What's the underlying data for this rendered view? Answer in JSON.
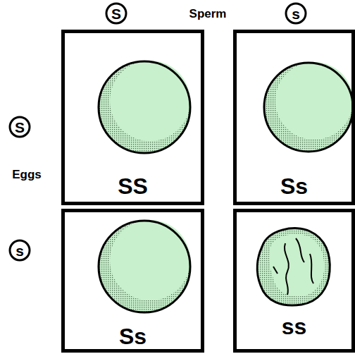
{
  "diagram": {
    "nodes": [
      {
        "text": [
          "S"
        ]
      },
      {
        "text": [
          "s"
        ]
      },
      {
        "text": [
          "S"
        ]
      },
      {
        "text": [
          "SS"
        ]
      },
      {
        "text": [
          "Ss"
        ]
      },
      {
        "text": [
          "s"
        ]
      },
      {
        "text": [
          "Ss"
        ]
      },
      {
        "text": [
          "ss"
        ]
      }
    ],
    "labels": [
      "Sperm",
      "Eggs"
    ]
  }
}
